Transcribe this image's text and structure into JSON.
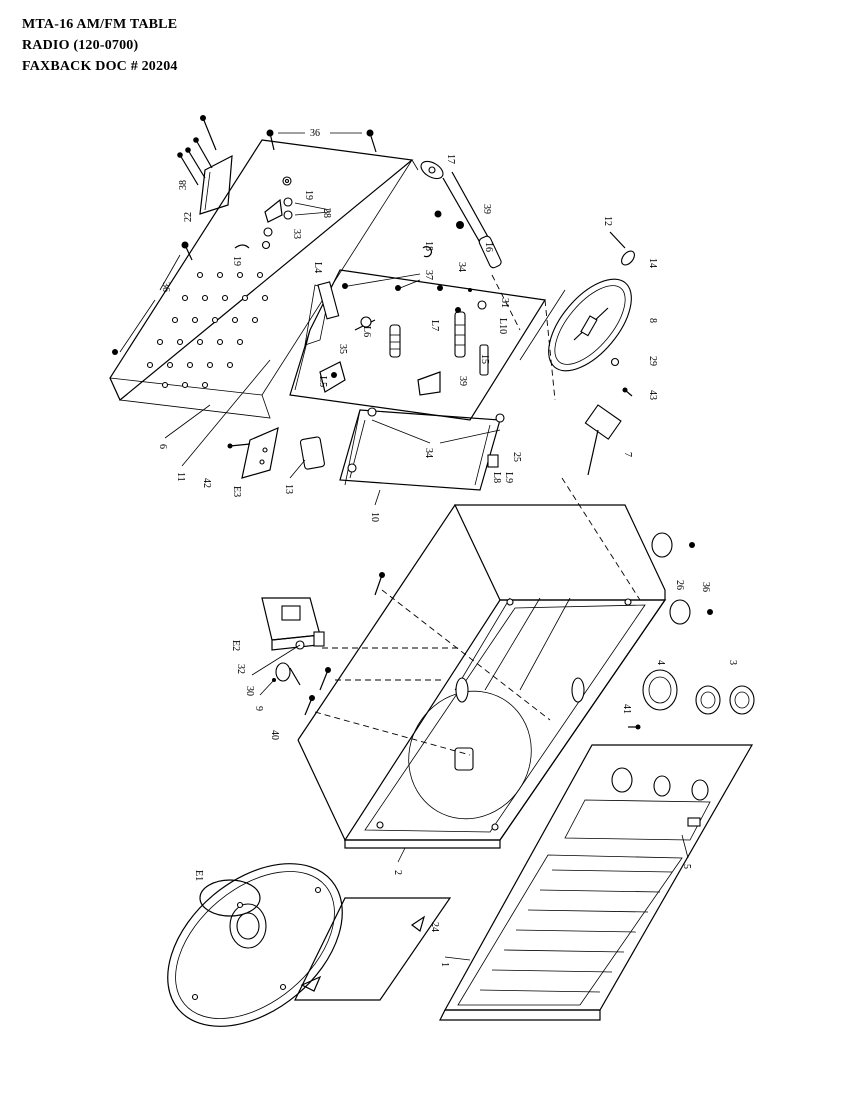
{
  "header": {
    "line1": "MTA-16 AM/FM TABLE",
    "line2": "RADIO  (120-0700)",
    "line3": "FAXBACK DOC # 20204"
  },
  "labels": {
    "p1": "1",
    "p2": "2",
    "p3": "3",
    "p4": "4",
    "p5": "5",
    "p6": "6",
    "p7": "7",
    "p8": "8",
    "p9": "9",
    "p10": "10",
    "p11": "11",
    "p12": "12",
    "p13": "13",
    "p14": "14",
    "p15": "15",
    "p16": "16",
    "p17": "17",
    "p18": "18",
    "p19a": "19",
    "p19b": "19",
    "p22": "22",
    "p24": "24",
    "p25": "25",
    "p26": "26",
    "p28": "28",
    "p29": "29",
    "p30": "30",
    "p31": "31",
    "p32": "32",
    "p33": "33",
    "p34a": "34",
    "p34b": "34",
    "p35": "35",
    "p36a": "36",
    "p36b": "36",
    "p36c": "36",
    "p37": "37",
    "p38": "38",
    "p39a": "39",
    "p39b": "39",
    "p40": "40",
    "p41": "41",
    "p42": "42",
    "p43": "43",
    "L4": "L4",
    "L5": "L5",
    "L6": "L6",
    "L7": "L7",
    "L8": "L8",
    "L9": "L9",
    "L10": "L10",
    "E1": "E1",
    "E2": "E2",
    "E3": "E3"
  }
}
